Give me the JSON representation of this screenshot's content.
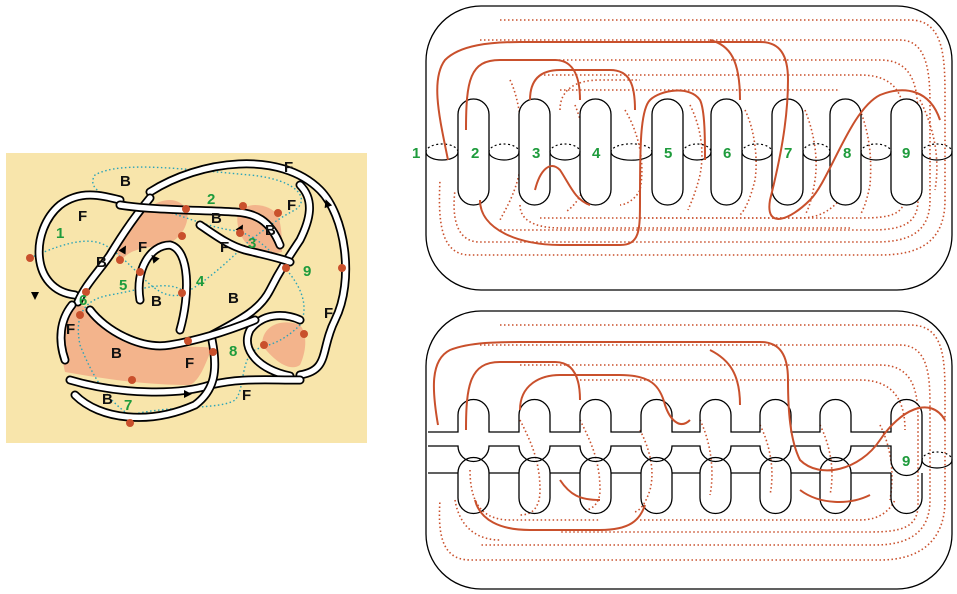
{
  "knot_diagram": {
    "background_color": "#f8e5ab",
    "region_fill_color": "#f3b48c",
    "numbers": [
      "1",
      "2",
      "3",
      "4",
      "5",
      "6",
      "7",
      "8",
      "9"
    ],
    "face_labels": [
      "B",
      "F",
      "F",
      "B",
      "F",
      "B",
      "B",
      "F",
      "B",
      "F",
      "B",
      "F",
      "B",
      "F",
      "B",
      "F",
      "F"
    ]
  },
  "surface_top": {
    "tube_numbers": [
      "1",
      "2",
      "3",
      "4",
      "5",
      "6",
      "7",
      "8",
      "9"
    ]
  },
  "surface_bottom": {
    "tube_numbers": [
      "9"
    ]
  },
  "colors": {
    "curve": "#c9502c",
    "number_green": "#1e9b3c",
    "dotted_blue": "#2aa3b8"
  }
}
